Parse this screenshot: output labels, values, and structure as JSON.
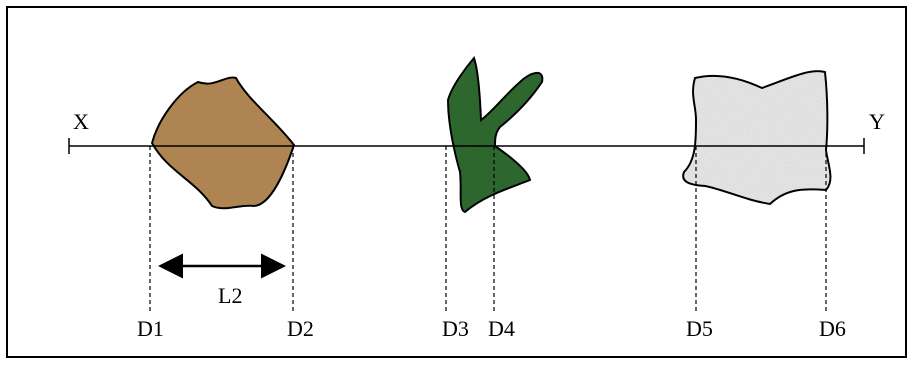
{
  "axis": {
    "start_label": "X",
    "end_label": "Y"
  },
  "measure": {
    "label": "L2"
  },
  "markers": [
    "D1",
    "D2",
    "D3",
    "D4",
    "D5",
    "D6"
  ],
  "grains": [
    {
      "name": "brown-grain",
      "color": "#b8925a"
    },
    {
      "name": "green-grain",
      "color": "#2d6a2e"
    },
    {
      "name": "white-grain",
      "color": "#ececec"
    }
  ]
}
